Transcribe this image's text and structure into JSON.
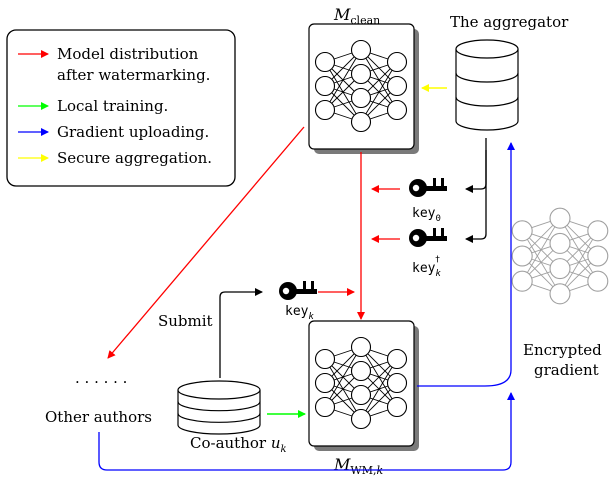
{
  "legend": {
    "items": [
      {
        "label_lines": [
          "Model distribution",
          "after watermarking."
        ],
        "color": "#ff0000"
      },
      {
        "label_lines": [
          "Local training."
        ],
        "color": "#00ff00"
      },
      {
        "label_lines": [
          "Gradient uploading."
        ],
        "color": "#0000ff"
      },
      {
        "label_lines": [
          "Secure aggregation."
        ],
        "color": "#ffff00"
      }
    ]
  },
  "models": {
    "clean": {
      "label": "M",
      "subscript": "clean"
    },
    "watermarked": {
      "label": "M",
      "subscript": "WM,",
      "subscript_var": "k"
    }
  },
  "aggregator": {
    "title": "The aggregator"
  },
  "keys": {
    "key0": {
      "text": "key",
      "sub": "0"
    },
    "keyk_dagger": {
      "text": "key",
      "sub": "k",
      "sup": "†"
    },
    "keyk": {
      "text": "key",
      "sub": "k"
    }
  },
  "labels": {
    "submit": "Submit",
    "co_author": "Co-author ",
    "co_author_var": "u",
    "co_author_sub": "k",
    "other_authors": "Other authors",
    "ellipsis": "· · · · · ·",
    "encrypted_line1": "Encrypted",
    "encrypted_line2": "gradient"
  },
  "colors": {
    "red": "#ff0000",
    "green": "#00ff00",
    "blue": "#0000ff",
    "yellow": "#ffff00",
    "shadow": "#7a7a7a",
    "gray_net": "#a0a0a0"
  }
}
